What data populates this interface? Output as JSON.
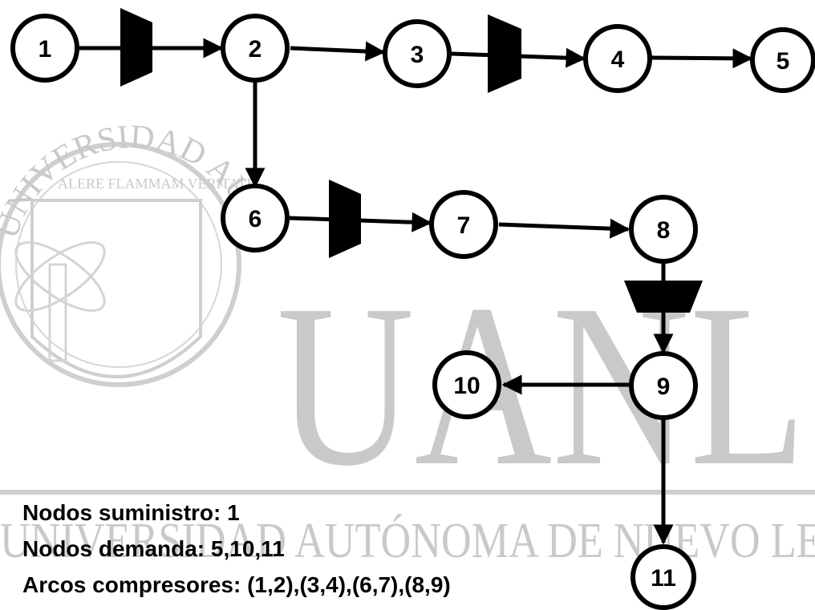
{
  "nodes": [
    "1",
    "2",
    "3",
    "4",
    "5",
    "6",
    "7",
    "8",
    "9",
    "10",
    "11"
  ],
  "legend": {
    "supply": "Nodos suministro: 1",
    "demand": "Nodos demanda: 5,10,11",
    "compressors": "Arcos compresores: (1,2),(3,4),(6,7),(8,9)"
  },
  "watermark": {
    "big": "UANL",
    "university": "UNIVERSIDAD AUTÓNOMA DE NUEVO LEÓN",
    "seal_arc": "UNIVERSIDAD AUTÓNOMA DE NUEVO LEÓN",
    "seal_motto": "ALERE FLAMMAM VERITATIS"
  },
  "colors": {
    "ink": "#000000",
    "watermark": "#c9c9c9"
  }
}
